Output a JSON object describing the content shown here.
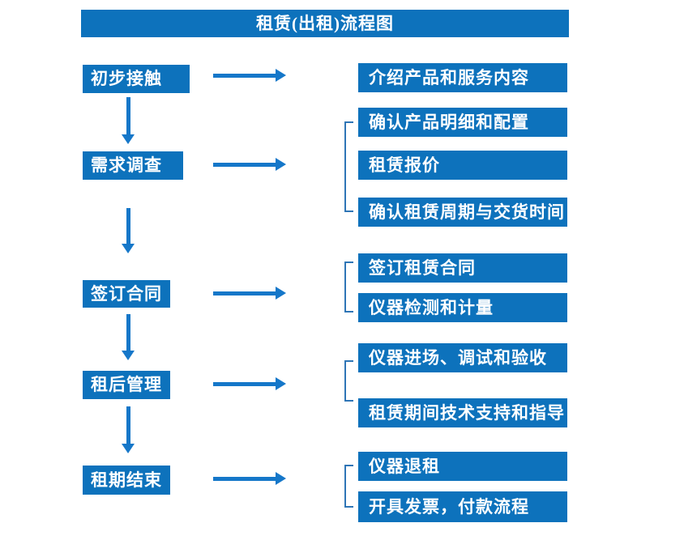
{
  "title": "租赁(出租)流程图",
  "colors": {
    "box_blue": "#0d72bc",
    "arrow_blue": "#1577c9",
    "bracket_blue": "#2e75b6",
    "box_text": "#ffffff",
    "background": "#ffffff"
  },
  "flow": [
    {
      "step": "初步接触",
      "details": [
        "介绍产品和服务内容"
      ]
    },
    {
      "step": "需求调查",
      "details": [
        "确认产品明细和配置",
        "租赁报价",
        "确认租赁周期与交货时间"
      ]
    },
    {
      "step": "签订合同",
      "details": [
        "签订租赁合同",
        "仪器检测和计量"
      ]
    },
    {
      "step": "租后管理",
      "details": [
        "仪器进场、调试和验收",
        "租赁期间技术支持和指导"
      ]
    },
    {
      "step": "租期结束",
      "details": [
        "仪器退租",
        "开具发票，付款流程"
      ]
    }
  ]
}
